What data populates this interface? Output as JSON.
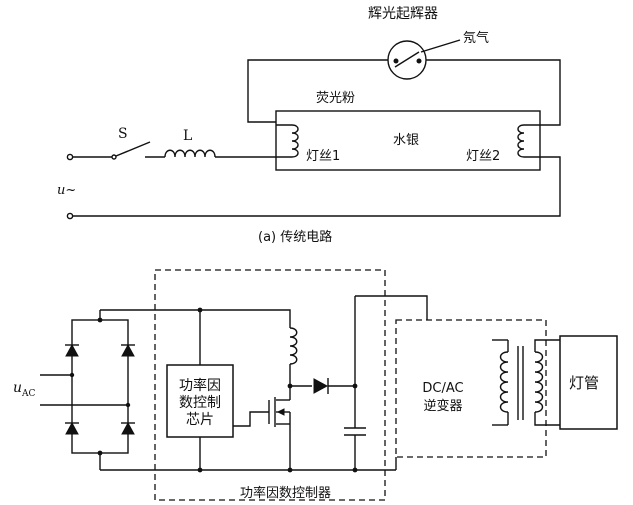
{
  "top_circuit": {
    "starter_label": "辉光起辉器",
    "neon_label": "氖气",
    "phosphor_label": "荧光粉",
    "mercury_label": "水银",
    "filament1_label": "灯丝1",
    "filament2_label": "灯丝2",
    "switch_label": "S",
    "inductor_label": "L",
    "source_label": "u~",
    "caption": "(a) 传统电路"
  },
  "bottom_circuit": {
    "source_label_main": "u",
    "source_label_sub": "AC",
    "pfc_chip_line1": "功率因",
    "pfc_chip_line2": "数控制",
    "pfc_chip_line3": "芯片",
    "inverter_line1": "DC/AC",
    "inverter_line2": "逆变器",
    "lamp_label": "灯管",
    "pfc_controller_caption": "功率因数控制器"
  }
}
